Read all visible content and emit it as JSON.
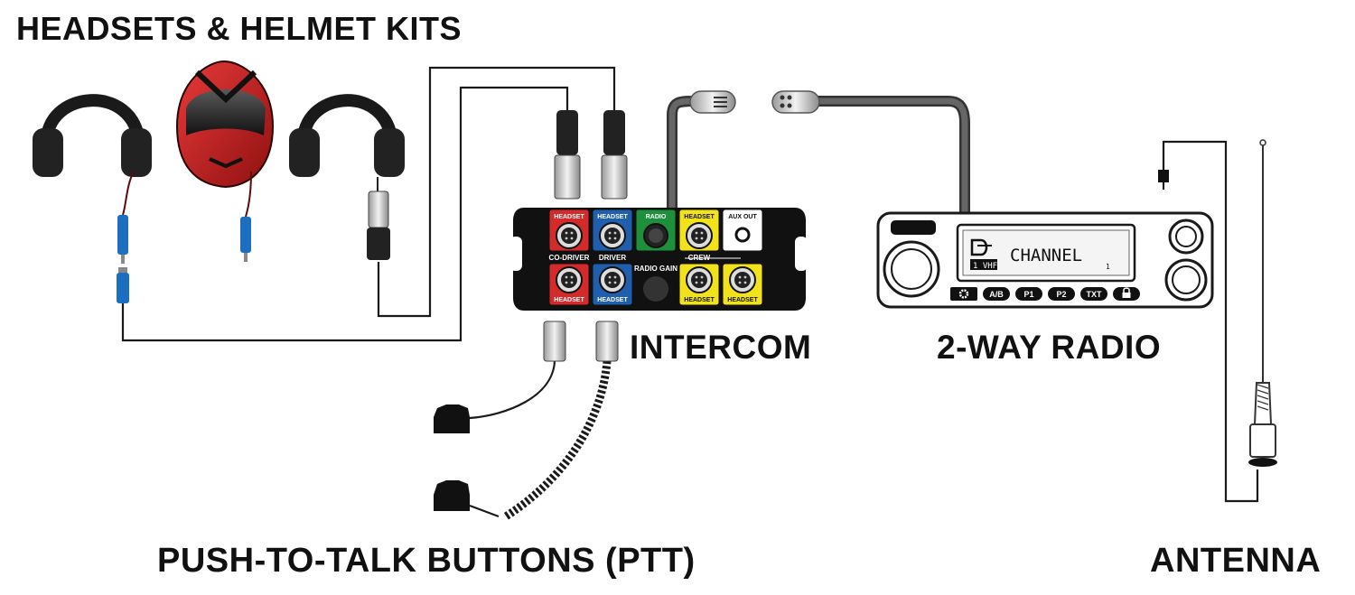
{
  "titles": {
    "headsets": "HEADSETS & HELMET KITS",
    "intercom": "INTERCOM",
    "radio": "2-WAY RADIO",
    "ptt": "PUSH-TO-TALK BUTTONS (PTT)",
    "antenna": "ANTENNA"
  },
  "intercom_panel": {
    "top_ports": [
      {
        "label": "HEADSET",
        "color": "#d42a2a"
      },
      {
        "label": "HEADSET",
        "color": "#1f5fae"
      },
      {
        "label": "RADIO",
        "color": "#1e8f3a"
      },
      {
        "label": "HEADSET",
        "color": "#f2e21a"
      },
      {
        "label": "AUX OUT",
        "color": "#ffffff"
      }
    ],
    "row_labels": {
      "co_driver": "CO-DRIVER",
      "driver": "DRIVER",
      "radio_gain": "RADIO GAIN",
      "crew": "CREW"
    },
    "bottom_ports": [
      {
        "label": "HEADSET",
        "color": "#d42a2a"
      },
      {
        "label": "HEADSET",
        "color": "#1f5fae"
      },
      {
        "label": "HEADSET",
        "color": "#f2e21a"
      },
      {
        "label": "HEADSET",
        "color": "#f2e21a"
      }
    ]
  },
  "radio_unit": {
    "display_text": "CHANNEL",
    "display_sub": "1 VHF",
    "display_num": "1",
    "buttons": [
      "gear-icon",
      "A/B",
      "P1",
      "P2",
      "TXT",
      "lock-icon"
    ]
  }
}
